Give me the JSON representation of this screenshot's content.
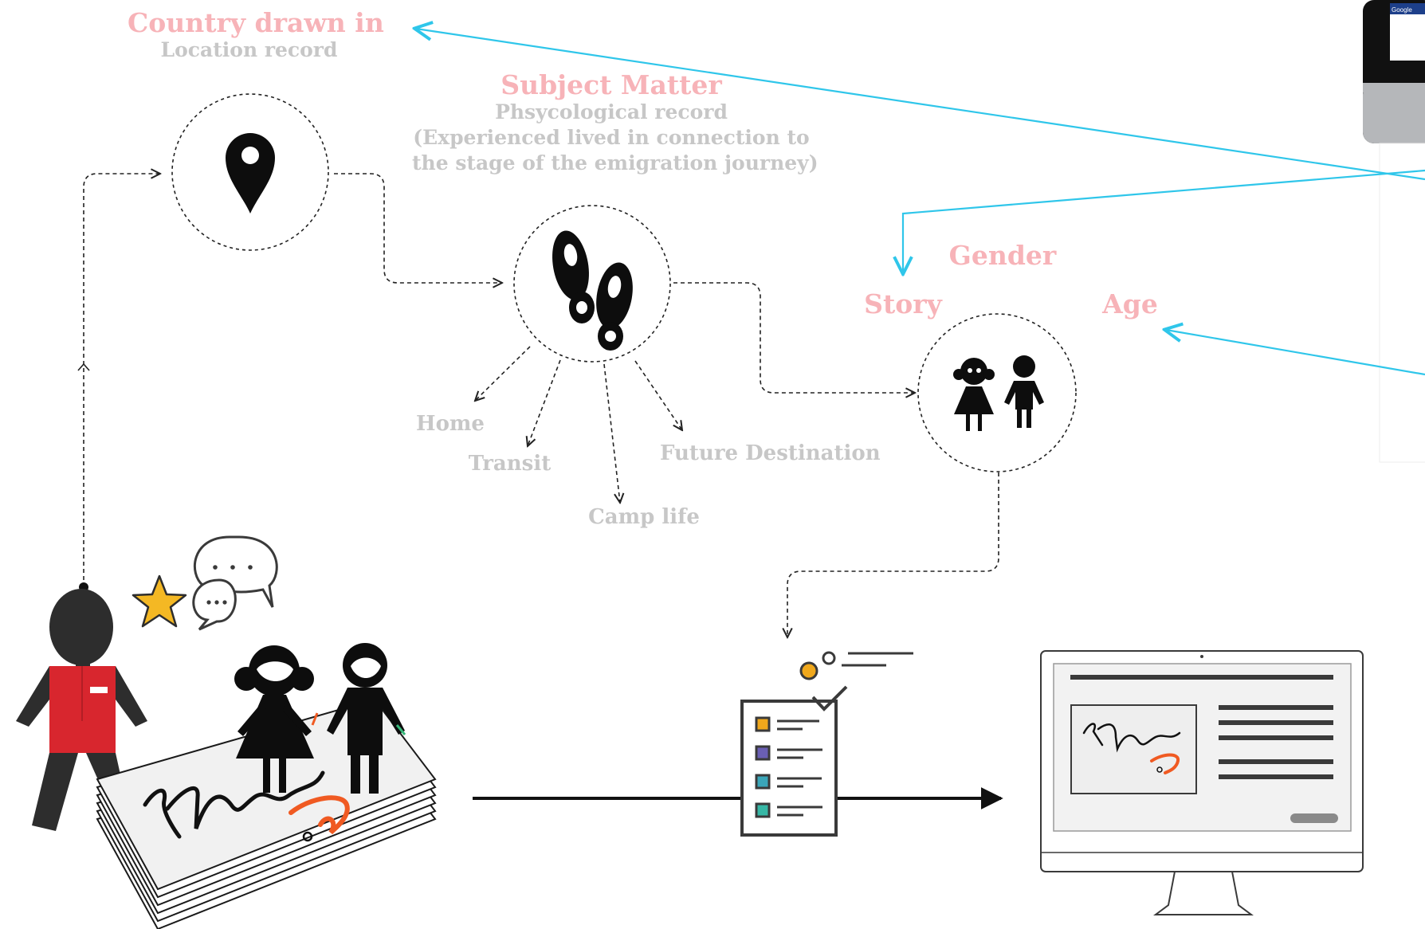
{
  "labels": {
    "country_title": "Country drawn in",
    "country_sub": "Location record",
    "subject_title": "Subject Matter",
    "subject_sub1": "Phsycological record",
    "subject_sub2": "(Experienced lived in connection to",
    "subject_sub3": "the stage of the emigration journey)",
    "home": "Home",
    "transit": "Transit",
    "camp_life": "Camp life",
    "future_destination": "Future Destination",
    "gender": "Gender",
    "story": "Story",
    "age": "Age",
    "google": "Google"
  },
  "icons": {
    "location": "location-pin-icon",
    "footsteps": "footsteps-icon",
    "children": "children-icon",
    "worker": "aid-worker-icon",
    "star": "star-icon",
    "speech": "speech-bubbles-icon",
    "drawings": "drawings-stack-icon",
    "checklist": "checklist-icon",
    "monitor": "monitor-icon"
  },
  "colors": {
    "pink_label": "#f7b3b8",
    "grey_label": "#c7c7c7",
    "cyan_arrow": "#2fc6ea",
    "vest_red": "#d8262e",
    "drawing_orange": "#f05a22",
    "star_yellow": "#f4b824",
    "checkbox_orange": "#f0a81c",
    "checkbox_purple": "#6a5fb4",
    "checkbox_teal": "#3aa6b9",
    "checkbox_green": "#36b7a5"
  }
}
